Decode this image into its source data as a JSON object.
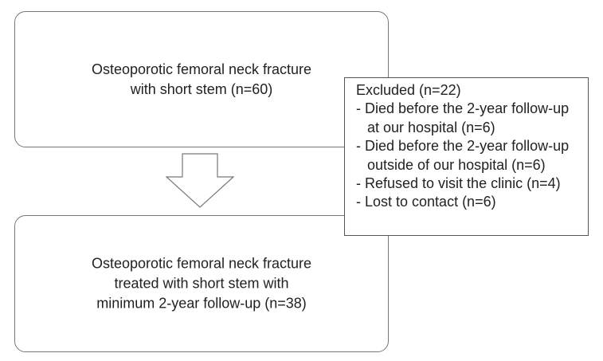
{
  "flow": {
    "top_box": {
      "lines": [
        "Osteoporotic femoral neck fracture",
        "with short stem (n=60)"
      ]
    },
    "excluded_box": {
      "title": "Excluded (n=22)",
      "items": [
        {
          "line1": "- Died before the 2-year follow-up",
          "line2": "at our hospital (n=6)"
        },
        {
          "line1": "- Died before the 2-year follow-up",
          "line2": "outside of our hospital (n=6)"
        },
        {
          "line1": "- Refused to visit the clinic (n=4)"
        },
        {
          "line1": "- Lost to contact (n=6)"
        }
      ]
    },
    "bottom_box": {
      "lines": [
        "Osteoporotic femoral neck fracture",
        "treated with short stem with",
        "minimum 2-year follow-up (n=38)"
      ]
    }
  }
}
